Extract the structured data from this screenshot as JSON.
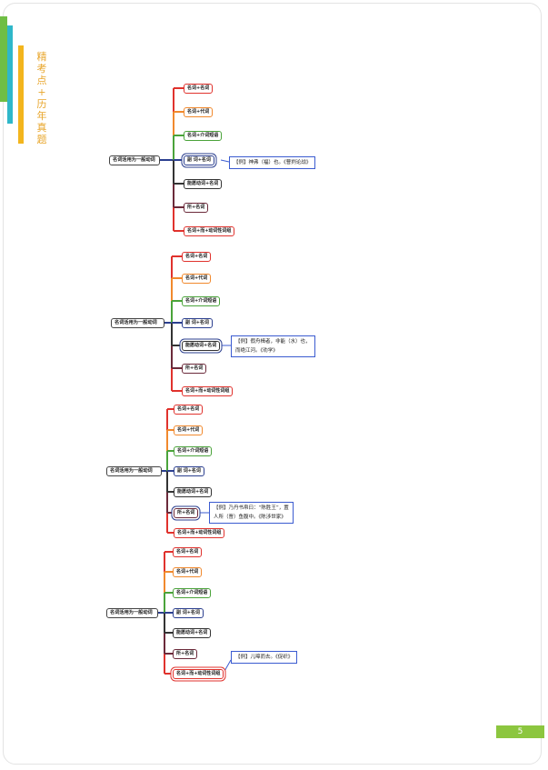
{
  "side_title": [
    "精",
    "考",
    "点",
    "+",
    "历",
    "年",
    "真",
    "题"
  ],
  "page_number": "5",
  "diagrams": [
    {
      "root": "名词活用为一般动词",
      "branches": [
        "名词+名词",
        "名词+代词",
        "名词+介词短语",
        "副 词+名词",
        "能愿动词+名词",
        "所+名词",
        "名词+而+动词性词组"
      ],
      "example": [
        "【例】神弗（福）也。《曹刿论战》"
      ]
    },
    {
      "root": "名词活用为一般动词",
      "branches": [
        "名词+名词",
        "名词+代词",
        "名词+介词短语",
        "副 词+名词",
        "能愿动词+名词",
        "所+名词",
        "名词+而+动词性词组"
      ],
      "example": [
        "【例】假舟楫者，非能（水）也，",
        "而绝江河。《劝学》"
      ]
    },
    {
      "root": "名词活用为一般动词",
      "branches": [
        "名词+名词",
        "名词+代词",
        "名词+介词短语",
        "副 词+名词",
        "能愿动词+名词",
        "所+名词",
        "名词+而+动词性词组"
      ],
      "example": [
        "【例】乃丹书帛曰：“陈胜王”，置",
        "人所（罾）鱼腹中。《陈涉世家》"
      ]
    },
    {
      "root": "名词活用为一般动词",
      "branches": [
        "名词+名词",
        "名词+代词",
        "名词+介词短语",
        "副 词+名词",
        "能愿动词+名词",
        "所+名词",
        "名词+而+动词性词组"
      ],
      "example": [
        "【例】儿嗥而去。《促织》"
      ]
    }
  ]
}
